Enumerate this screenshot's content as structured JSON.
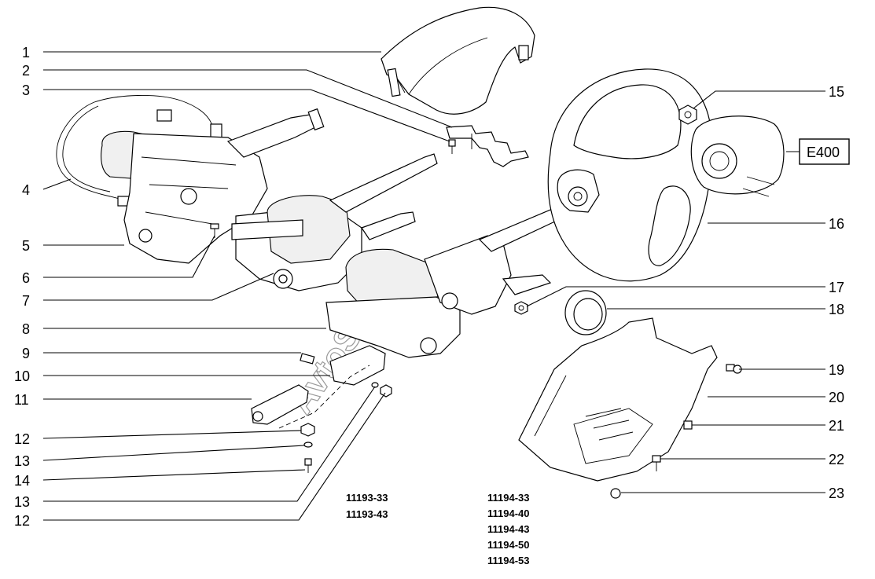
{
  "callouts_left": [
    "1",
    "2",
    "3",
    "4",
    "5",
    "6",
    "7",
    "8",
    "9",
    "10",
    "11",
    "12",
    "13",
    "14",
    "13",
    "12"
  ],
  "callouts_right": [
    "15",
    "16",
    "17",
    "18",
    "19",
    "20",
    "21",
    "22",
    "23"
  ],
  "reference_box": "E400",
  "models_group_1": [
    "11193-33",
    "11193-43"
  ],
  "models_group_2": [
    "11194-33",
    "11194-40",
    "11194-43",
    "11194-50",
    "11194-53"
  ],
  "watermark": "AvtoSoft"
}
